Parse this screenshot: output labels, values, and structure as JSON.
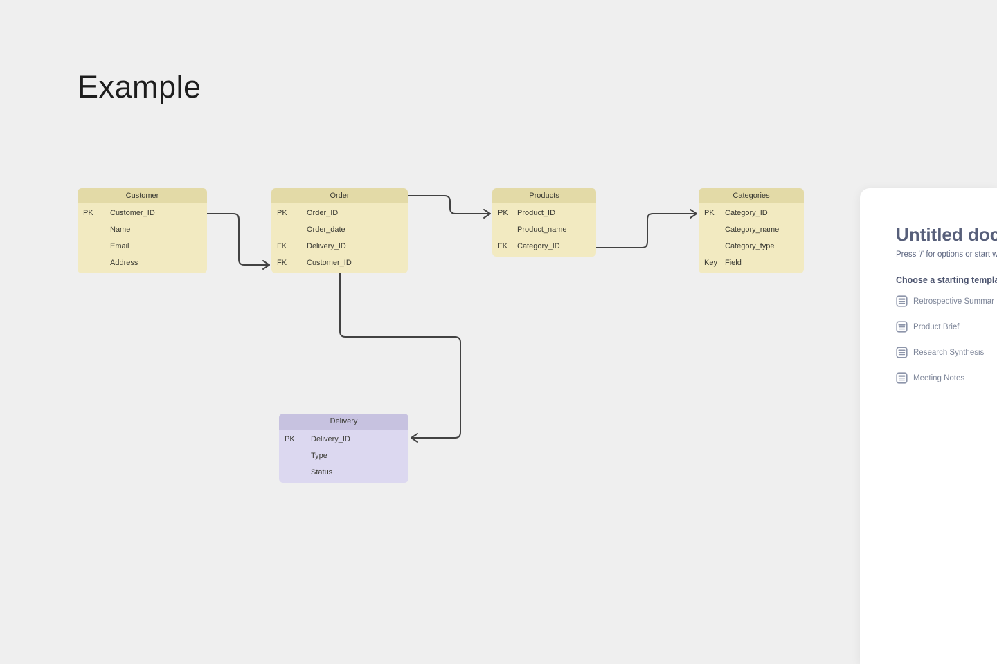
{
  "canvas": {
    "title": "Example",
    "background_color": "#efefef"
  },
  "diagram": {
    "tables": [
      {
        "title": "Customer",
        "theme": "yellow",
        "rows": [
          {
            "key": "PK",
            "field": "Customer_ID"
          },
          {
            "key": "",
            "field": "Name"
          },
          {
            "key": "",
            "field": "Email"
          },
          {
            "key": "",
            "field": "Address"
          }
        ]
      },
      {
        "title": "Order",
        "theme": "yellow",
        "rows": [
          {
            "key": "PK",
            "field": "Order_ID"
          },
          {
            "key": "",
            "field": "Order_date"
          },
          {
            "key": "FK",
            "field": "Delivery_ID"
          },
          {
            "key": "FK",
            "field": "Customer_ID"
          }
        ]
      },
      {
        "title": "Products",
        "theme": "yellow",
        "rows": [
          {
            "key": "PK",
            "field": "Product_ID"
          },
          {
            "key": "",
            "field": "Product_name"
          },
          {
            "key": "FK",
            "field": "Category_ID"
          }
        ]
      },
      {
        "title": "Categories",
        "theme": "yellow",
        "rows": [
          {
            "key": "PK",
            "field": "Category_ID"
          },
          {
            "key": "",
            "field": "Category_name"
          },
          {
            "key": "",
            "field": "Category_type"
          },
          {
            "key": "Key",
            "field": "Field"
          }
        ]
      },
      {
        "title": "Delivery",
        "theme": "purple",
        "rows": [
          {
            "key": "PK",
            "field": "Delivery_ID"
          },
          {
            "key": "",
            "field": "Type"
          },
          {
            "key": "",
            "field": "Status"
          }
        ]
      }
    ],
    "connectors": [
      {
        "from": "Customer.Customer_ID",
        "to": "Order.Customer_ID"
      },
      {
        "from": "Order",
        "to": "Products.Product_ID"
      },
      {
        "from": "Products.Category_ID",
        "to": "Categories.Category_ID"
      },
      {
        "from": "Order.Delivery_ID",
        "to": "Delivery.Delivery_ID"
      }
    ],
    "colors": {
      "table_header_yellow": "#e3daa7",
      "table_body_yellow": "#f2eac1",
      "table_header_purple": "#c7c2e0",
      "table_body_purple": "#dcd8f0",
      "connector": "#424242",
      "table_text": "#3a3a33"
    }
  },
  "doc_panel": {
    "title": "Untitled doc",
    "hint": "Press '/' for options or start w",
    "templates_heading": "Choose a starting templa",
    "templates": [
      {
        "icon": "document-icon",
        "label": "Retrospective Summar"
      },
      {
        "icon": "document-icon",
        "label": "Product Brief"
      },
      {
        "icon": "document-icon",
        "label": "Research Synthesis"
      },
      {
        "icon": "document-icon",
        "label": "Meeting Notes"
      }
    ],
    "colors": {
      "title": "#575f7a",
      "hint": "#5e6781",
      "heading": "#4c546f",
      "item_label": "#7e8699",
      "icon": "#8d95aa"
    }
  }
}
